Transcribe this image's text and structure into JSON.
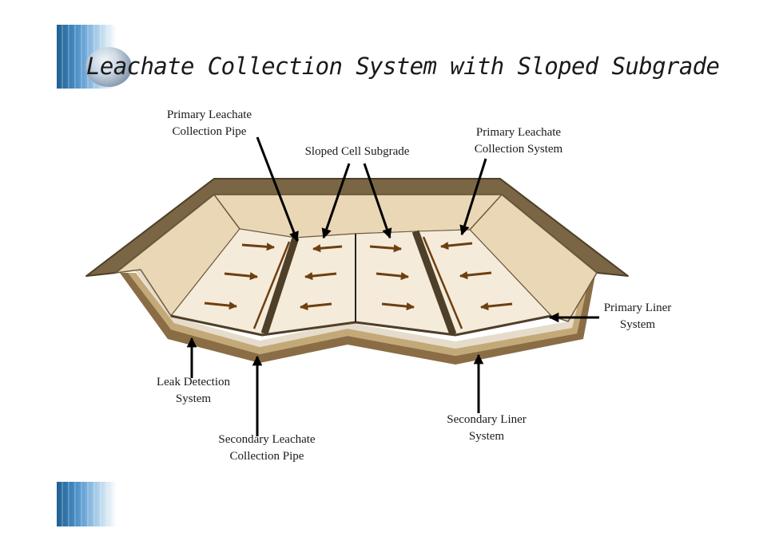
{
  "title": "Leachate Collection System with Sloped Subgrade",
  "labels": {
    "primary_pipe": [
      "Primary Leachate",
      "Collection Pipe"
    ],
    "sloped_subgrade": "Sloped Cell Subgrade",
    "primary_system": [
      "Primary Leachate",
      "Collection System"
    ],
    "primary_liner": [
      "Primary Liner",
      "System"
    ],
    "leak_detection": [
      "Leak Detection",
      "System"
    ],
    "secondary_pipe": [
      "Secondary Leachate",
      "Collection Pipe"
    ],
    "secondary_liner": [
      "Secondary Liner",
      "System"
    ]
  },
  "colors": {
    "rim": "#7a6545",
    "rim_dark": "#4e3f28",
    "wall": "#ead7b5",
    "floor": "#f5ebdb",
    "flow_arrow": "#6e3f10",
    "pipe": "#6e3f10",
    "soil": "#9c8052",
    "pointer": "#000000"
  },
  "flow_arrows": {
    "panel_1": "right",
    "panel_2": "left",
    "panel_3": "right",
    "panel_4": "left"
  }
}
